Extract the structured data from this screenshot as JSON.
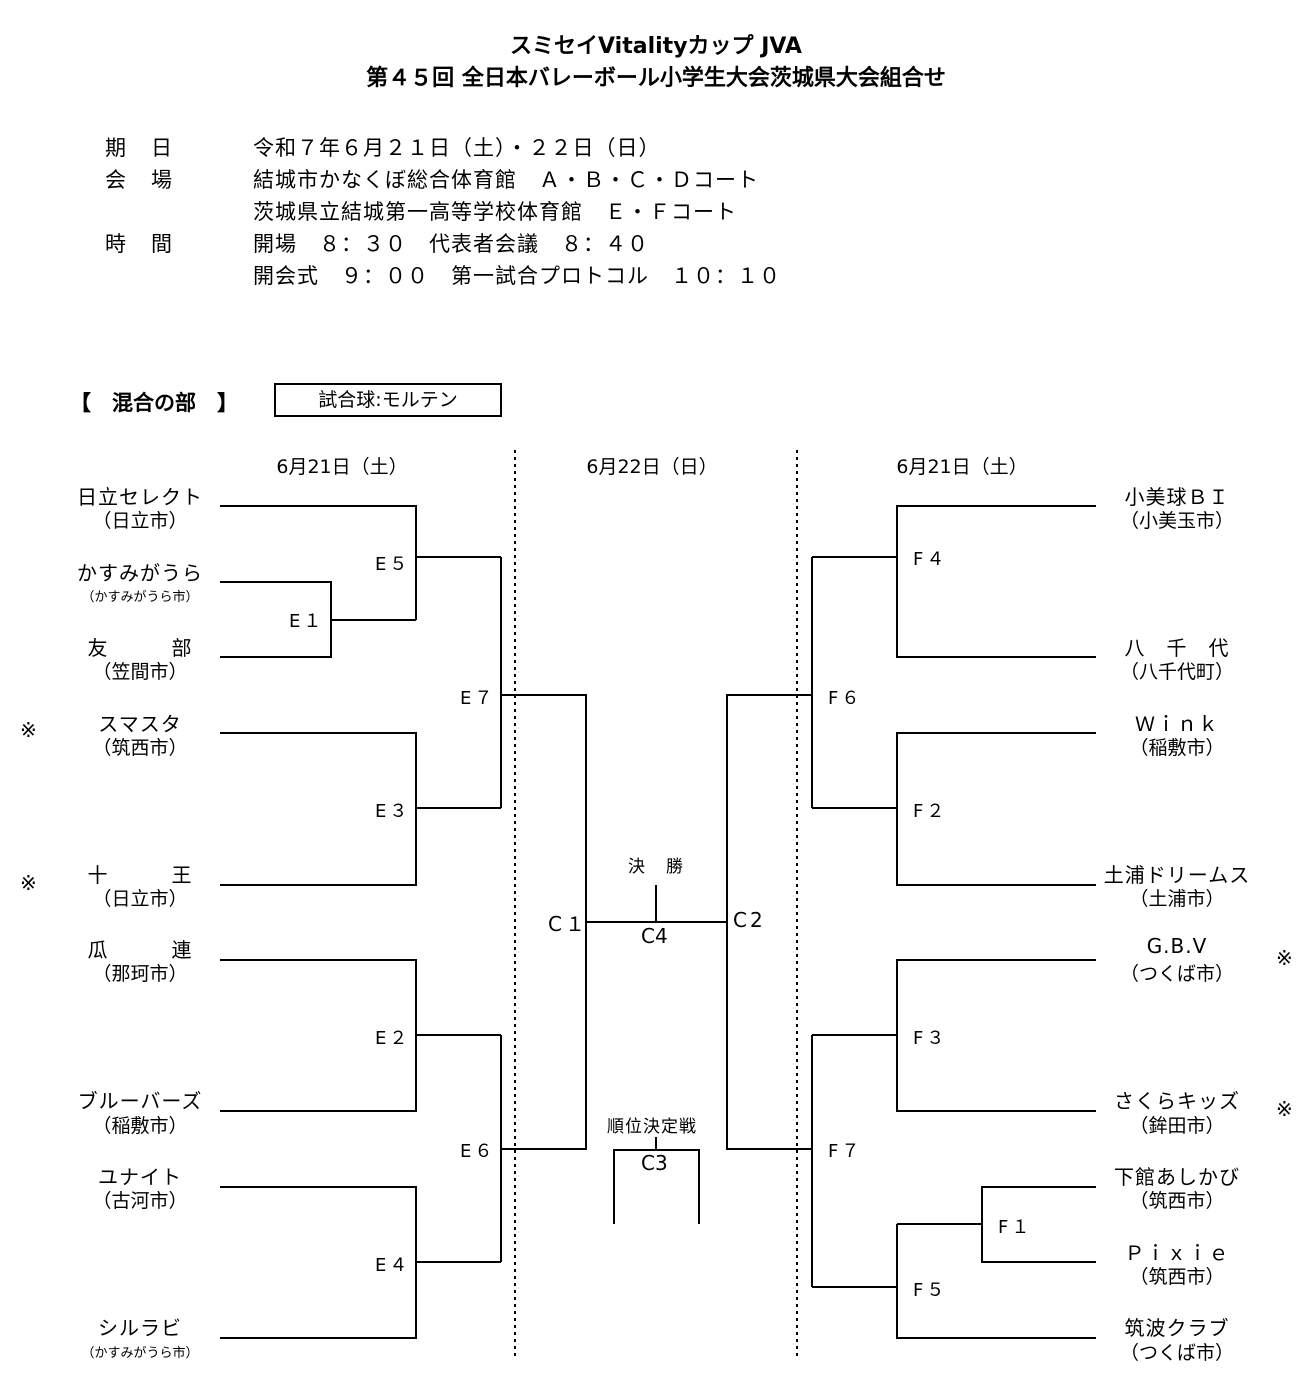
{
  "header": {
    "title1": "スミセイVitalityカップ JVA",
    "title2": "第４５回 全日本バレーボール小学生大会茨城県大会組合せ"
  },
  "info": {
    "date_label": "期　日",
    "date_value": "令和７年６月２１日（土）・２２日（日）",
    "venue_label": "会　場",
    "venue_value1": "結城市かなくぼ総合体育館　Ａ・Ｂ・Ｃ・Ｄコート",
    "venue_value2": "茨城県立結城第一高等学校体育館　Ｅ・Ｆコート",
    "time_label": "時　間",
    "time_value1": "開場　８：３０　代表者会議　８：４０",
    "time_value2": "開会式　９：００　第一試合プロトコル　１０：１０"
  },
  "section": {
    "name": "【　混合の部　】",
    "ball": "試合球:モルテン"
  },
  "dates": {
    "left": "6月21日（土）",
    "center": "6月22日（日）",
    "right": "6月21日（土）"
  },
  "left_teams": [
    {
      "name": "日立セレクト",
      "city": "（日立市）"
    },
    {
      "name": "かすみがうら",
      "city": "（かすみがうら市）"
    },
    {
      "name": "友　　　部",
      "city": "（笠間市）"
    },
    {
      "name": "スマスタ",
      "city": "（筑西市）"
    },
    {
      "name": "十　　　王",
      "city": "（日立市）"
    },
    {
      "name": "瓜　　　連",
      "city": "（那珂市）"
    },
    {
      "name": "ブルーバーズ",
      "city": "（稲敷市）"
    },
    {
      "name": "ユナイト",
      "city": "（古河市）"
    },
    {
      "name": "シルラビ",
      "city": "（かすみがうら市）"
    }
  ],
  "right_teams": [
    {
      "name": "小美球ＢＩ",
      "city": "（小美玉市）"
    },
    {
      "name": "八　千　代",
      "city": "（八千代町）"
    },
    {
      "name": "Ｗｉｎｋ",
      "city": "（稲敷市）"
    },
    {
      "name": "土浦ドリームス",
      "city": "（土浦市）"
    },
    {
      "name": "G.B.V",
      "city": "（つくば市）"
    },
    {
      "name": "さくらキッズ",
      "city": "（鉾田市）"
    },
    {
      "name": "下館あしかび",
      "city": "（筑西市）"
    },
    {
      "name": "Ｐｉｘｉｅ",
      "city": "（筑西市）"
    },
    {
      "name": "筑波クラブ",
      "city": "（つくば市）"
    }
  ],
  "matches": {
    "E1": "E１",
    "E2": "E２",
    "E3": "E３",
    "E4": "E４",
    "E5": "E５",
    "E6": "E６",
    "E7": "E７",
    "F1": "F１",
    "F2": "F２",
    "F3": "F３",
    "F4": "F４",
    "F5": "F５",
    "F6": "F６",
    "F7": "F７",
    "C1": "C１",
    "C2": "C2",
    "C3": "C3",
    "C4": "C4"
  },
  "final_label": "決　勝",
  "placement_label": "順位決定戦",
  "seed_mark": "※"
}
